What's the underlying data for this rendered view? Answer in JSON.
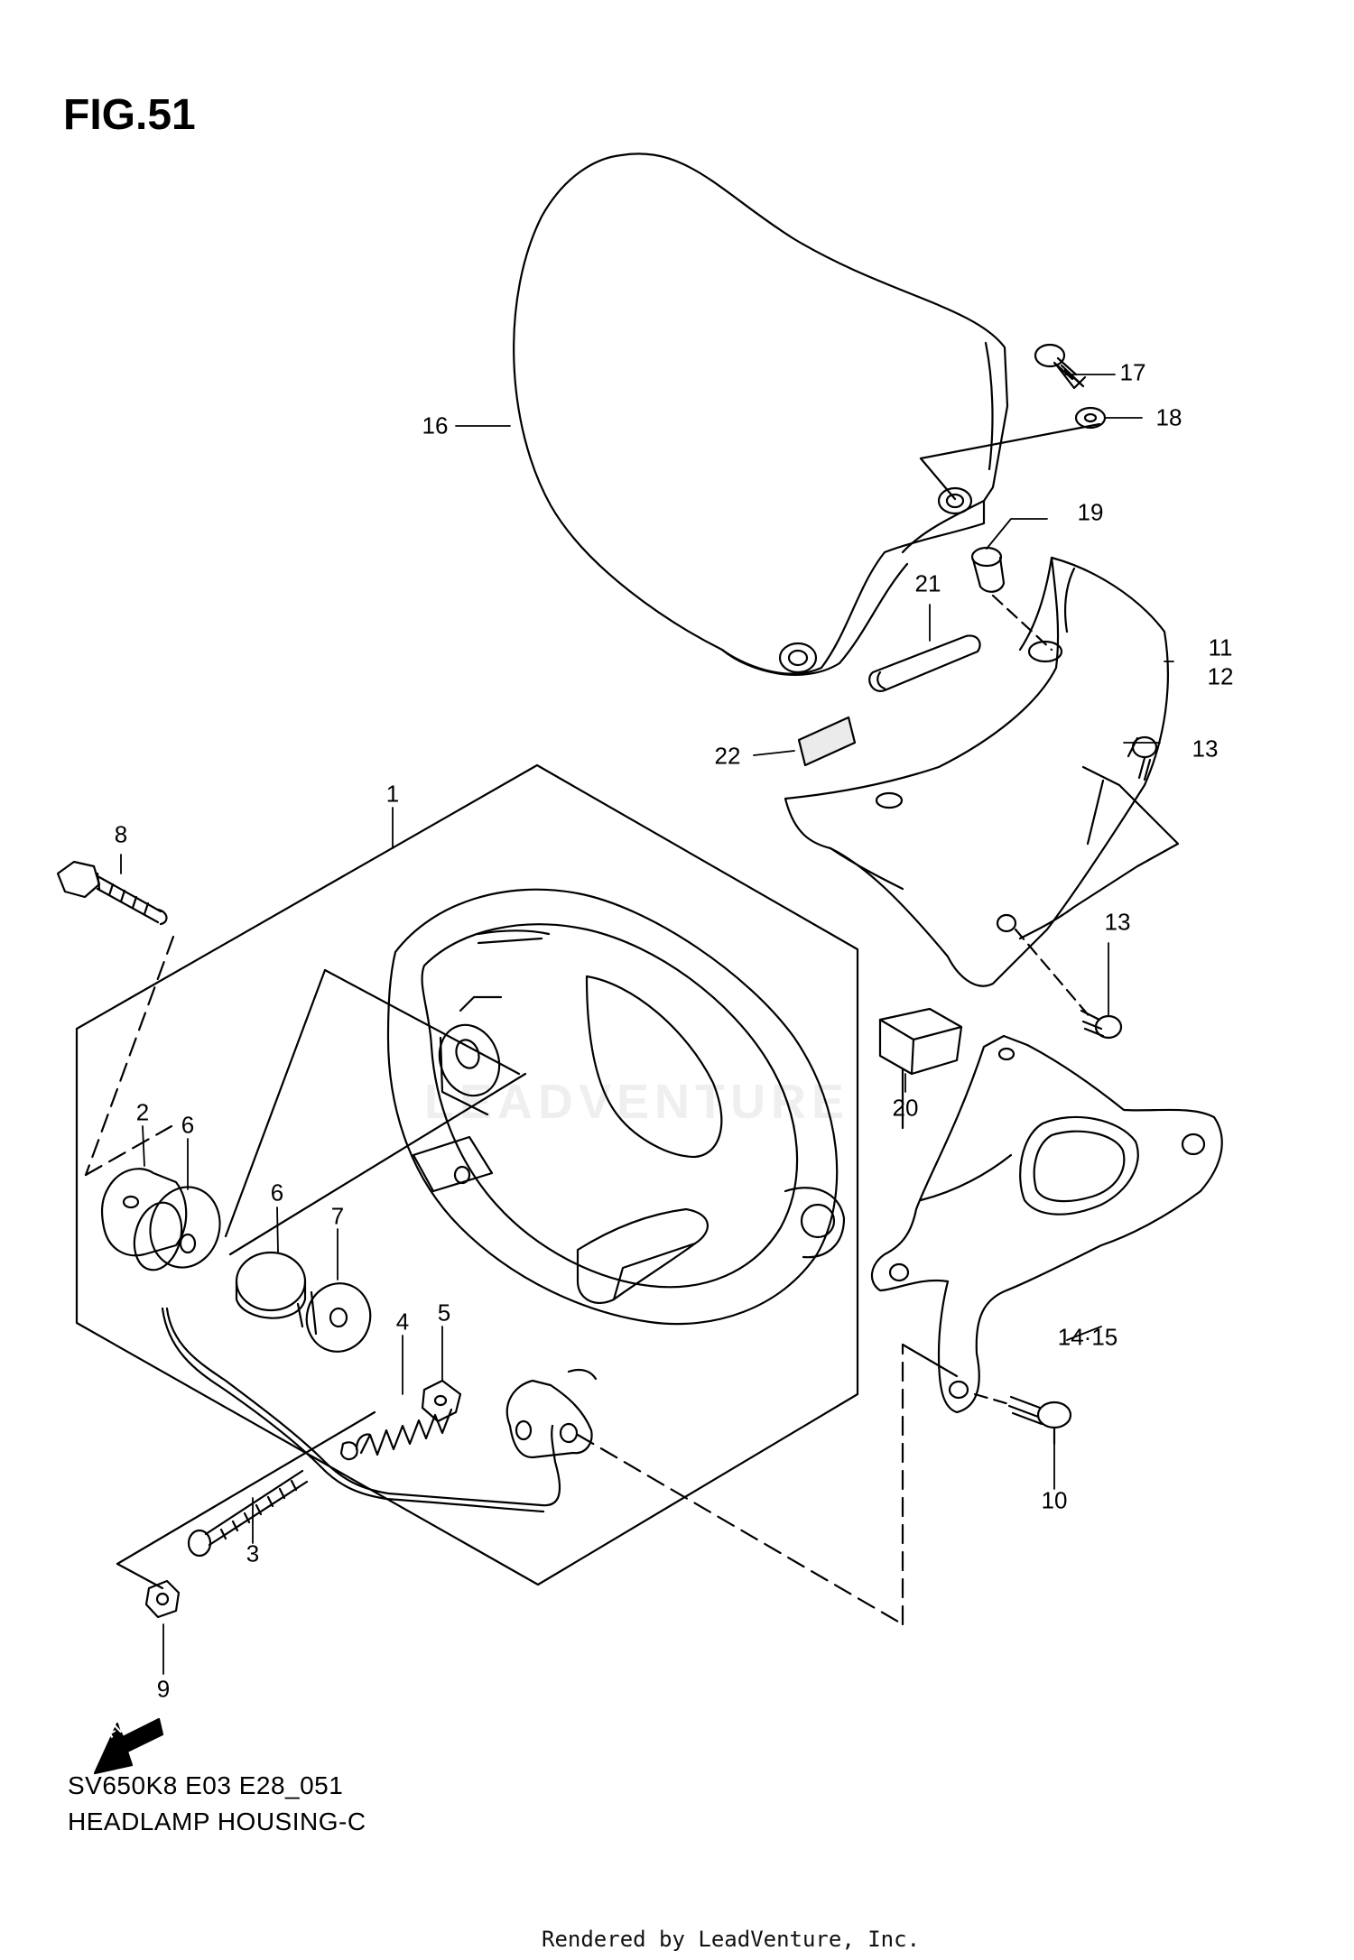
{
  "figure": {
    "title": "FIG.51",
    "model_code": "SV650K8 E03 E28_051",
    "name": "HEADLAMP HOUSING-C",
    "credit": "Rendered by LeadVenture, Inc.",
    "watermark": "LEADVENTURE",
    "fwd_arrow_label": "FWD"
  },
  "callouts": [
    {
      "id": "c1",
      "text": "1"
    },
    {
      "id": "c2",
      "text": "2"
    },
    {
      "id": "c3",
      "text": "3"
    },
    {
      "id": "c4",
      "text": "4"
    },
    {
      "id": "c5",
      "text": "5"
    },
    {
      "id": "c6a",
      "text": "6"
    },
    {
      "id": "c6b",
      "text": "6"
    },
    {
      "id": "c7",
      "text": "7"
    },
    {
      "id": "c8",
      "text": "8"
    },
    {
      "id": "c9",
      "text": "9"
    },
    {
      "id": "c10",
      "text": "10"
    },
    {
      "id": "c11",
      "text": "11"
    },
    {
      "id": "c12",
      "text": "12"
    },
    {
      "id": "c13a",
      "text": "13"
    },
    {
      "id": "c13b",
      "text": "13"
    },
    {
      "id": "c14",
      "text": "14·15"
    },
    {
      "id": "c16",
      "text": "16"
    },
    {
      "id": "c17",
      "text": "17"
    },
    {
      "id": "c18",
      "text": "18"
    },
    {
      "id": "c19",
      "text": "19"
    },
    {
      "id": "c20",
      "text": "20"
    },
    {
      "id": "c21",
      "text": "21"
    },
    {
      "id": "c22",
      "text": "22"
    }
  ]
}
